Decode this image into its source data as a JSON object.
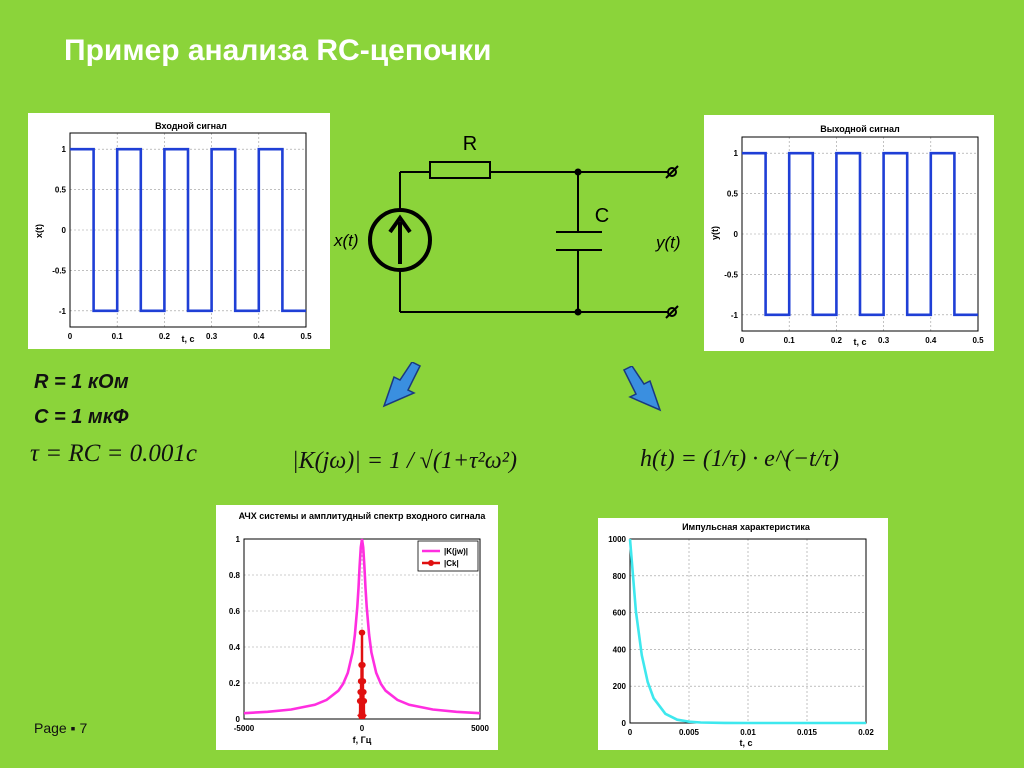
{
  "slide": {
    "title": "Пример анализа RC-цепочки",
    "page_label": "Page ▪ 7",
    "background": "#8bd43a"
  },
  "circuit": {
    "r_label": "R",
    "c_label": "C",
    "input_label": "x(t)",
    "output_label": "y(t)"
  },
  "params": {
    "r_value": "R = 1 кОм",
    "c_value": "С = 1 мкФ",
    "tau_formula": "τ = RC = 0.001c"
  },
  "formulas": {
    "afc": "|K(jω)| = 1 / √(1+τ²ω²)",
    "impulse": "h(t) = (1/τ) · e^(−t/τ)"
  },
  "chart_data": [
    {
      "type": "line",
      "title": "Входной сигнал",
      "xlabel": "t, c",
      "ylabel": "x(t)",
      "xlim": [
        0,
        0.5
      ],
      "ylim": [
        -1.2,
        1.2
      ],
      "xticks": [
        "0",
        "0.1",
        "0.2",
        "0.3",
        "0.4",
        "0.5"
      ],
      "yticks": [
        "1",
        "0.5",
        "0",
        "-0.5",
        "-1"
      ],
      "series": [
        {
          "color": "#1f3fd6",
          "x": [
            0,
            0.05,
            0.05,
            0.1,
            0.1,
            0.15,
            0.15,
            0.2,
            0.2,
            0.25,
            0.25,
            0.3,
            0.3,
            0.35,
            0.35,
            0.4,
            0.4,
            0.45,
            0.45,
            0.5
          ],
          "y": [
            1,
            1,
            -1,
            -1,
            1,
            1,
            -1,
            -1,
            1,
            1,
            -1,
            -1,
            1,
            1,
            -1,
            -1,
            1,
            1,
            -1,
            -1
          ]
        }
      ]
    },
    {
      "type": "line",
      "title": "Выходной сигнал",
      "xlabel": "t, c",
      "ylabel": "y(t)",
      "xlim": [
        0,
        0.5
      ],
      "ylim": [
        -1.2,
        1.2
      ],
      "xticks": [
        "0",
        "0.1",
        "0.2",
        "0.3",
        "0.4",
        "0.5"
      ],
      "yticks": [
        "1",
        "0.5",
        "0",
        "-0.5",
        "-1"
      ],
      "series": [
        {
          "color": "#1f3fd6",
          "x": [
            0,
            0.05,
            0.05,
            0.1,
            0.1,
            0.15,
            0.15,
            0.2,
            0.2,
            0.25,
            0.25,
            0.3,
            0.3,
            0.35,
            0.35,
            0.4,
            0.4,
            0.45,
            0.45,
            0.5
          ],
          "y": [
            1,
            1,
            -1,
            -1,
            1,
            1,
            -1,
            -1,
            1,
            1,
            -1,
            -1,
            1,
            1,
            -1,
            -1,
            1,
            1,
            -1,
            -1
          ]
        }
      ]
    },
    {
      "type": "line",
      "title": "АЧХ системы и амплитудный спектр входного сигнала",
      "xlabel": "f, Гц",
      "ylabel": "",
      "xlim": [
        -5000,
        5000
      ],
      "ylim": [
        0,
        1
      ],
      "xticks": [
        "-5000",
        "0",
        "5000"
      ],
      "yticks": [
        "1",
        "0.8",
        "0.6",
        "0.4",
        "0.2",
        "0"
      ],
      "legend": [
        "|K(jw)|",
        "|Ck|"
      ],
      "legend_position": "top-right",
      "series": [
        {
          "name": "|K(jw)|",
          "color": "#ff2ee0",
          "x": [
            -5000,
            -4000,
            -3000,
            -2000,
            -1500,
            -1000,
            -800,
            -600,
            -400,
            -300,
            -200,
            -150,
            -100,
            -50,
            0,
            50,
            100,
            150,
            200,
            300,
            400,
            600,
            800,
            1000,
            1500,
            2000,
            3000,
            4000,
            5000
          ],
          "y": [
            0.032,
            0.04,
            0.053,
            0.079,
            0.106,
            0.157,
            0.195,
            0.256,
            0.37,
            0.469,
            0.623,
            0.728,
            0.847,
            0.954,
            1.0,
            0.954,
            0.847,
            0.728,
            0.623,
            0.469,
            0.37,
            0.256,
            0.195,
            0.157,
            0.106,
            0.079,
            0.053,
            0.04,
            0.032
          ]
        },
        {
          "name": "|Ck|",
          "color": "#e01010",
          "x": [
            -150,
            -90,
            -50,
            -30,
            -10,
            10,
            30,
            50,
            90,
            150
          ],
          "y": [
            0.01,
            0.015,
            0.02,
            0.03,
            0.08,
            0.08,
            0.03,
            0.02,
            0.015,
            0.01
          ],
          "stems": [
            [
              10,
              0.48
            ],
            [
              -10,
              0.48
            ],
            [
              30,
              0.3
            ],
            [
              -30,
              0.3
            ],
            [
              50,
              0.21
            ],
            [
              -50,
              0.21
            ],
            [
              70,
              0.15
            ],
            [
              -70,
              0.15
            ],
            [
              90,
              0.1
            ],
            [
              -90,
              0.1
            ]
          ]
        }
      ]
    },
    {
      "type": "line",
      "title": "Импульсная характеристика",
      "xlabel": "t, c",
      "ylabel": "",
      "xlim": [
        0,
        0.02
      ],
      "ylim": [
        0,
        1000
      ],
      "xticks": [
        "0",
        "0.005",
        "0.01",
        "0.015",
        "0.02"
      ],
      "yticks": [
        "1000",
        "800",
        "600",
        "400",
        "200",
        "0"
      ],
      "series": [
        {
          "color": "#3ee8ee",
          "x": [
            0,
            0.0005,
            0.001,
            0.0015,
            0.002,
            0.003,
            0.004,
            0.005,
            0.006,
            0.008,
            0.01,
            0.015,
            0.02
          ],
          "y": [
            1000,
            607,
            368,
            223,
            135,
            50,
            18,
            7,
            2.5,
            0.3,
            0,
            0,
            0
          ]
        }
      ]
    }
  ]
}
